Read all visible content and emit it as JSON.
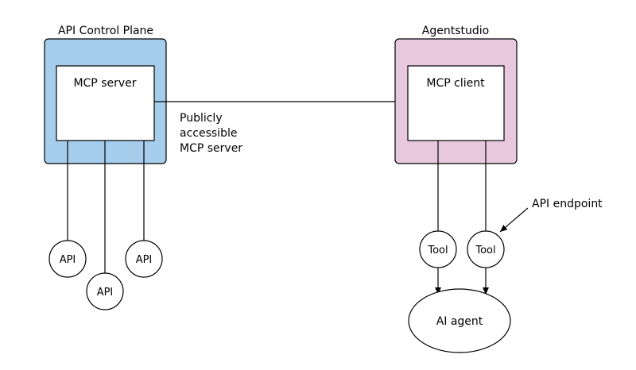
{
  "colors": {
    "control_plane_fill": "#a6cdeb",
    "agentstudio_fill": "#e8c8df",
    "stroke": "#000000",
    "background": "#ffffff"
  },
  "control_plane": {
    "title": "API Control Plane",
    "server_label": "MCP server",
    "apis": [
      "API",
      "API",
      "API"
    ]
  },
  "connection": {
    "label_lines": [
      "Publicly",
      "accessible",
      "MCP server"
    ]
  },
  "agentstudio": {
    "title": "Agentstudio",
    "client_label": "MCP client",
    "tools": [
      "Tool",
      "Tool"
    ],
    "agent_label": "AI agent",
    "endpoint_label": "API endpoint"
  }
}
